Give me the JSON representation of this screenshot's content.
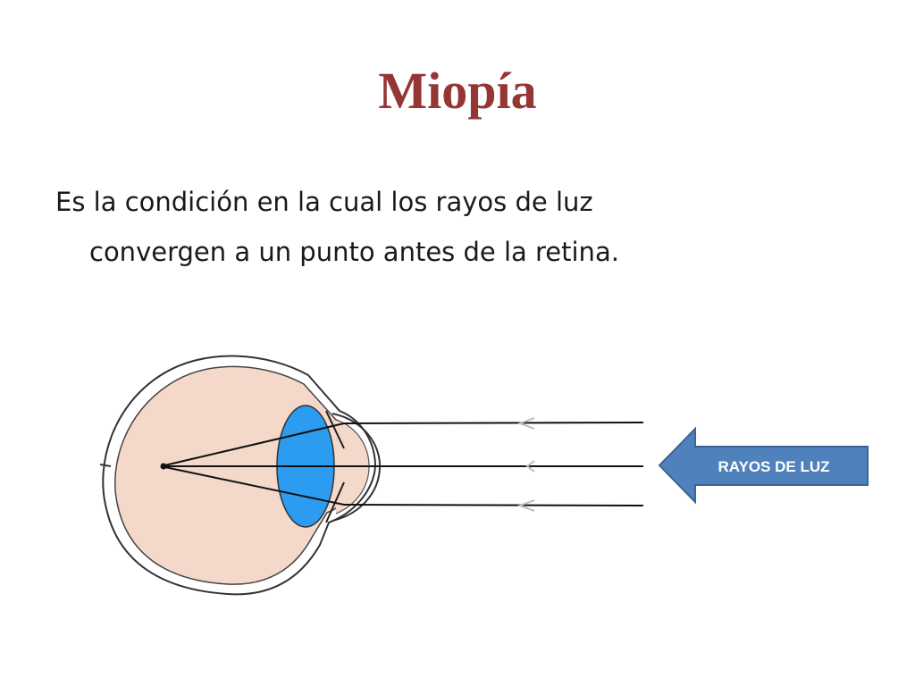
{
  "title": "Miopía",
  "body": {
    "line1": "Es la condición en la cual los rayos de luz",
    "line2": "convergen a un punto antes de la retina."
  },
  "arrow": {
    "label": "RAYOS DE LUZ"
  },
  "colors": {
    "title": "#943634",
    "eye_fill": "#f4d8c9",
    "lens_fill": "#2b9cf0",
    "arrow_fill": "#4f81bd"
  }
}
